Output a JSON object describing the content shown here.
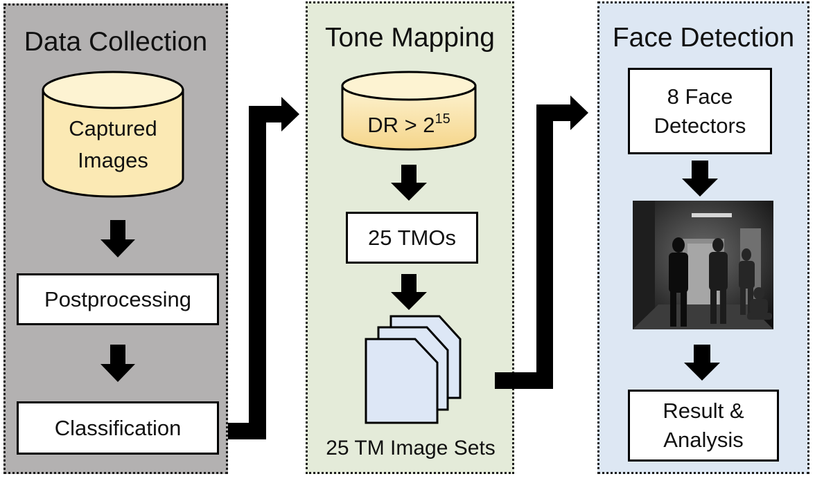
{
  "colors": {
    "data_collection_bg": "#b3b1b1",
    "tone_mapping_bg": "#e4ebd9",
    "face_detection_bg": "#dde7f3",
    "database_fill": "#fbe9b4",
    "database_fill_dark": "#f5d58a",
    "document_fill": "#dde7f6",
    "arrow": "#000000"
  },
  "panels": {
    "data_collection": {
      "title": "Data Collection",
      "database_line1": "Captured",
      "database_line2": "Images",
      "postprocessing": "Postprocessing",
      "classification": "Classification"
    },
    "tone_mapping": {
      "title": "Tone Mapping",
      "database_base": "DR > 2",
      "database_exp": "15",
      "tmos": "25 TMOs",
      "image_sets": "25 TM Image Sets"
    },
    "face_detection": {
      "title": "Face Detection",
      "detectors_line1": "8 Face",
      "detectors_line2": "Detectors",
      "result_line1": "Result &",
      "result_line2": "Analysis"
    }
  }
}
